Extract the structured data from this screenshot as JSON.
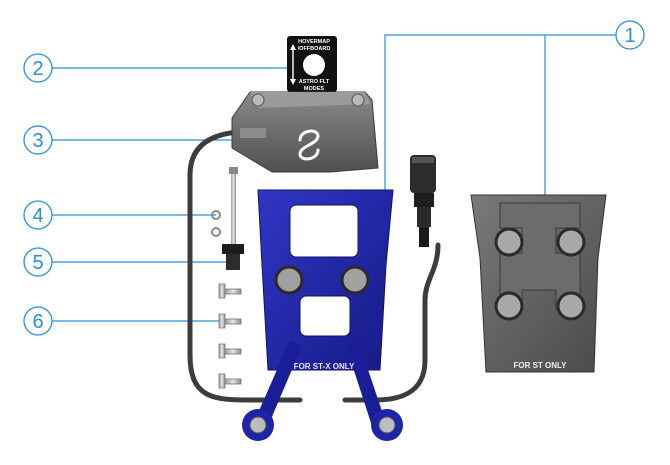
{
  "callouts": [
    {
      "id": "1"
    },
    {
      "id": "2"
    },
    {
      "id": "3"
    },
    {
      "id": "4"
    },
    {
      "id": "5"
    },
    {
      "id": "6"
    }
  ],
  "switch_label": {
    "top_line1": "HOVERMAP",
    "top_line2": "/OFFBOARD",
    "bottom_line1": "ASTRO FLT",
    "bottom_line2": "MODES"
  },
  "blue_plate_label": "FOR ST-X ONLY",
  "grey_plate_label": "FOR ST ONLY",
  "colors": {
    "callout_blue": "#2a8fd6",
    "plate_blue": "#1f23a8",
    "plate_grey": "#5b5b5b",
    "housing_grey": "#666666",
    "cable": "#3a3a3a"
  }
}
